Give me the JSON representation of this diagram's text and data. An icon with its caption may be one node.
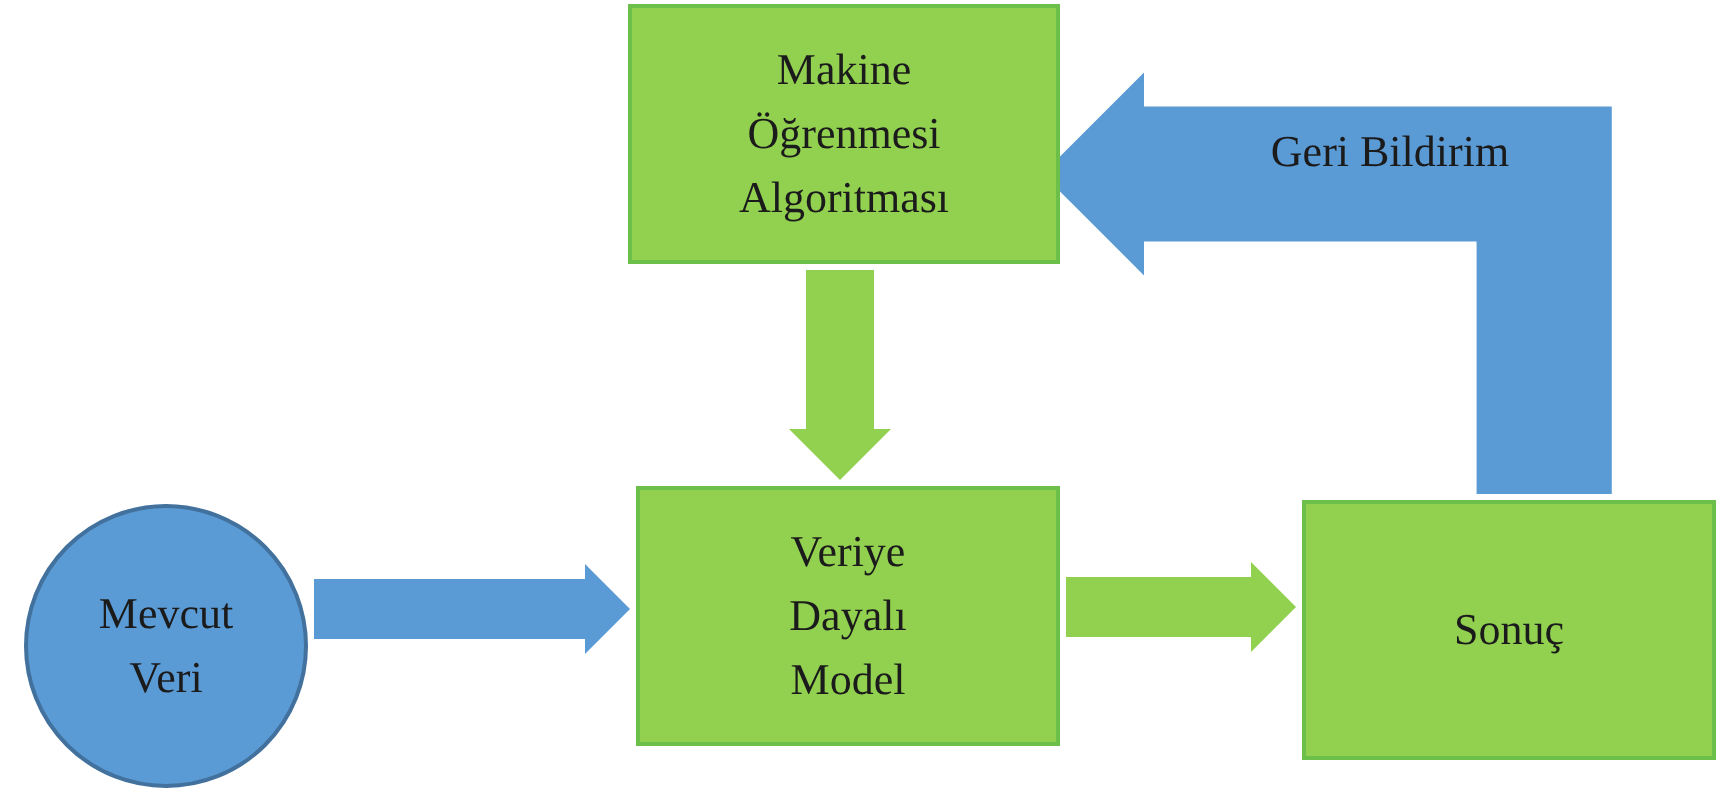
{
  "diagram": {
    "nodes": [
      {
        "text": [
          "Makine Öğrenmesi Algoritması"
        ]
      },
      {
        "text": [
          "Mevcut Veri"
        ]
      },
      {
        "text": [
          "Veriye Dayalı Model"
        ]
      },
      {
        "text": [
          "Sonuç"
        ]
      }
    ],
    "edges": [
      {
        "from": 0,
        "to": 2,
        "arrow": "to"
      },
      {
        "from": 1,
        "to": 2,
        "arrow": "to",
        "color": "#5b9bd5"
      },
      {
        "from": 2,
        "to": 3,
        "arrow": "to"
      },
      {
        "from": 3,
        "to": 0,
        "arrow": "to",
        "label": "Geri Bildirim",
        "style": "thick",
        "color": "#5b9bd5"
      }
    ]
  }
}
